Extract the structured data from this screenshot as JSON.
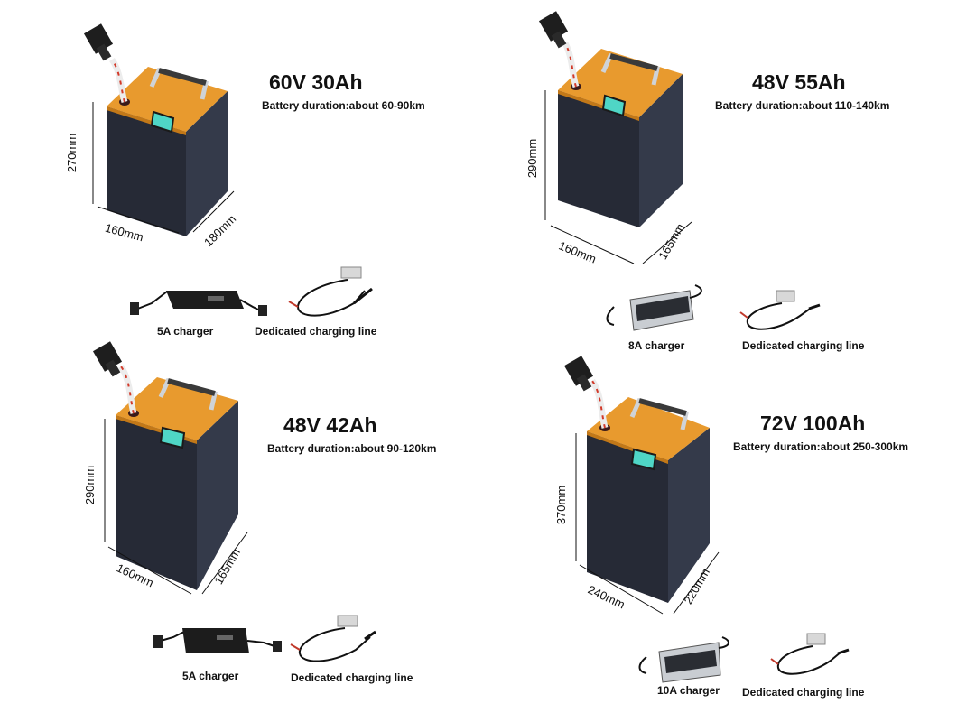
{
  "products": [
    {
      "title": "60V 30Ah",
      "duration": "Battery duration:about 60-90km",
      "height": "270mm",
      "width": "160mm",
      "depth": "180mm",
      "charger": "5A charger",
      "line": "Dedicated charging line"
    },
    {
      "title": "48V 55Ah",
      "duration": "Battery duration:about 110-140km",
      "height": "290mm",
      "width": "160mm",
      "depth": "165mm",
      "charger": "8A charger",
      "line": "Dedicated charging line"
    },
    {
      "title": "48V 42Ah",
      "duration": "Battery duration:about 90-120km",
      "height": "290mm",
      "width": "160mm",
      "depth": "165mm",
      "charger": "5A charger",
      "line": "Dedicated charging line"
    },
    {
      "title": "72V 100Ah",
      "duration": "Battery duration:about 250-300km",
      "height": "370mm",
      "width": "240mm",
      "depth": "220mm",
      "charger": "10A charger",
      "line": "Dedicated charging line"
    }
  ],
  "colors": {
    "battery_top": "#e89a2e",
    "battery_body": "#262a36",
    "display": "#4fd6c6"
  },
  "icons": {
    "charger_black": "black-power-adapter-icon",
    "charger_silver": "silver-aluminium-charger-icon",
    "cable": "charging-cable-icon",
    "connector": "power-connector-icon"
  }
}
